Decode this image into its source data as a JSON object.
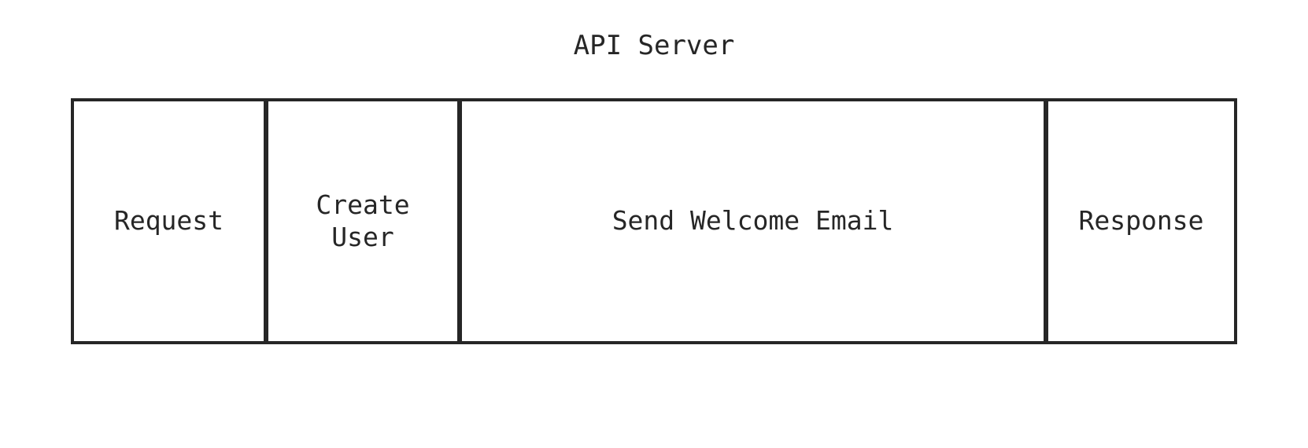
{
  "title": "API Server",
  "spans": [
    {
      "id": "request",
      "label": "Request"
    },
    {
      "id": "create-user",
      "label": "Create\nUser"
    },
    {
      "id": "send-welcome-email",
      "label": "Send Welcome Email"
    },
    {
      "id": "response",
      "label": "Response"
    }
  ],
  "colors": {
    "ink": "#262626",
    "background": "#ffffff"
  }
}
